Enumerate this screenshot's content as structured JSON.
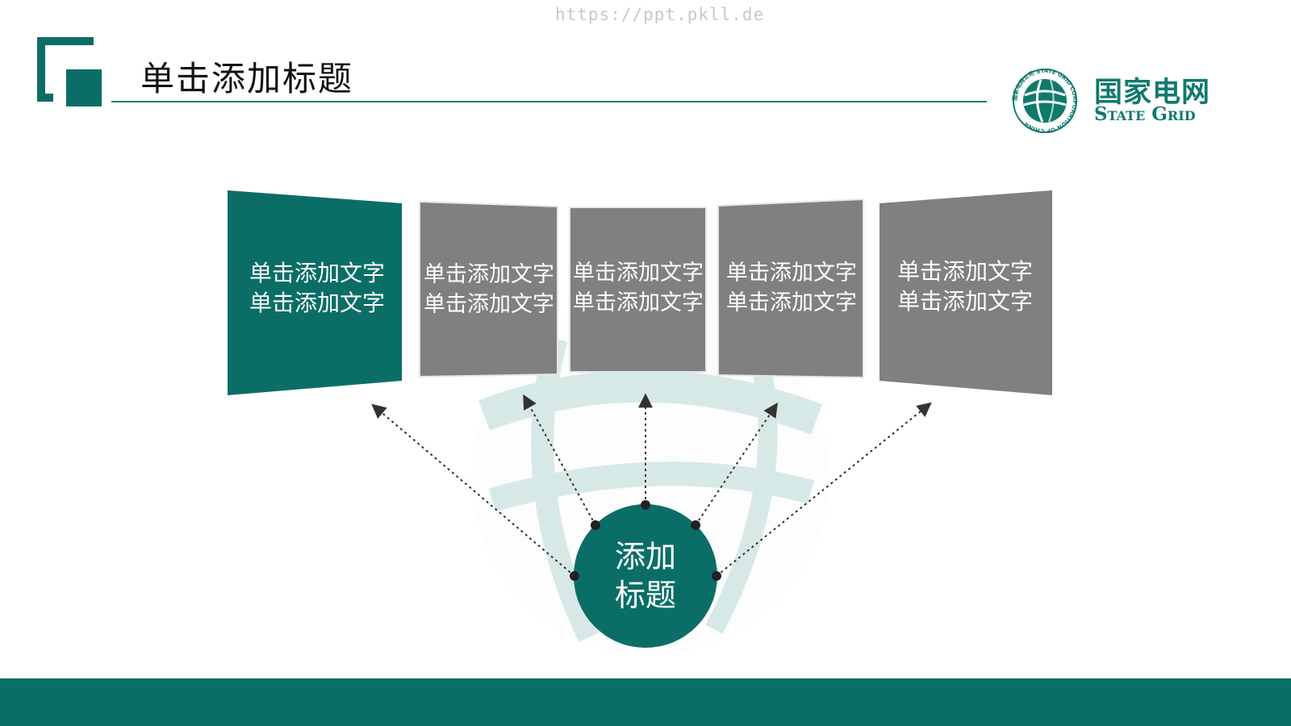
{
  "watermark": "https://ppt.pkll.de",
  "header": {
    "title": "单击添加标题"
  },
  "logo": {
    "cn": "国家电网",
    "en": "State Grid",
    "ring_text": "国家电网公司 STATE GRID CORPORATION OF CHINA",
    "icon": "globe-icon"
  },
  "diagram": {
    "hub": {
      "line1": "添加",
      "line2": "标题"
    },
    "cards": [
      {
        "line1": "单击添加文字",
        "line2": "单击添加文字",
        "style": "accent"
      },
      {
        "line1": "单击添加文字",
        "line2": "单击添加文字",
        "style": "gray"
      },
      {
        "line1": "单击添加文字",
        "line2": "单击添加文字",
        "style": "gray"
      },
      {
        "line1": "单击添加文字",
        "line2": "单击添加文字",
        "style": "gray"
      },
      {
        "line1": "单击添加文字",
        "line2": "单击添加文字",
        "style": "gray"
      }
    ]
  },
  "colors": {
    "accent": "#0b6e66",
    "gray": "#808080",
    "rule": "#1b7e72",
    "arrow": "#333333",
    "watermark": "#c8c8c8"
  }
}
